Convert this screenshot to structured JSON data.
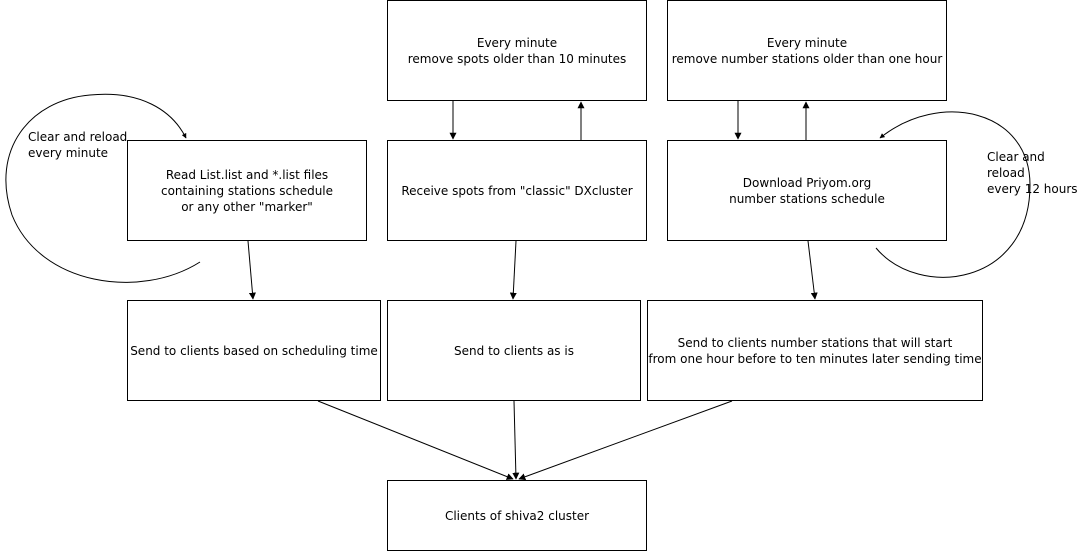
{
  "nodes": {
    "read_list": "Read List.list and *.list files\ncontaining stations schedule\nor any other \"marker\"",
    "receive_spots": "Receive spots from \"classic\" DXcluster",
    "download_priyom": "Download Priyom.org\nnumber stations schedule",
    "remove_spots": "Every minute\nremove spots older than 10 minutes",
    "remove_stations": "Every minute\nremove number stations older than one hour",
    "send_scheduling": "Send to clients based on scheduling time",
    "send_as_is": "Send to clients as is",
    "send_number_stations": "Send to clients number stations that will start\nfrom one hour before to ten minutes later sending time",
    "clients": "Clients of shiva2 cluster"
  },
  "notes": {
    "left_loop": "Clear and reload\nevery minute",
    "right_loop": "Clear and reload\nevery 12 hours"
  },
  "colors": {
    "stroke": "#000000",
    "background": "#ffffff"
  }
}
